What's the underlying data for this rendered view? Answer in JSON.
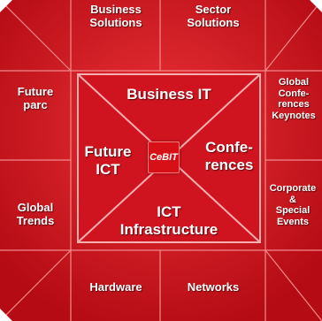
{
  "diagram": {
    "colors": {
      "background": "#c8101a",
      "highlight": "#e42b2f",
      "lines": "#f28a8a"
    },
    "outer": {
      "business_solutions": "Business\nSolutions",
      "sector_solutions": "Sector\nSolutions",
      "future_parc": "Future\nparc",
      "global_conferences": "Global\nConfe-\nrences\nKeynotes",
      "global_trends": "Global\nTrends",
      "corporate_special_events": "Corporate\n&\nSpecial\nEvents",
      "hardware": "Hardware",
      "networks": "Networks"
    },
    "inner": {
      "business_it": "Business IT",
      "future_ict": "Future\nICT",
      "conferences": "Confe-\nrences",
      "ict_infrastructure": "ICT\nInfrastructure"
    },
    "logo": "CeBIT"
  }
}
